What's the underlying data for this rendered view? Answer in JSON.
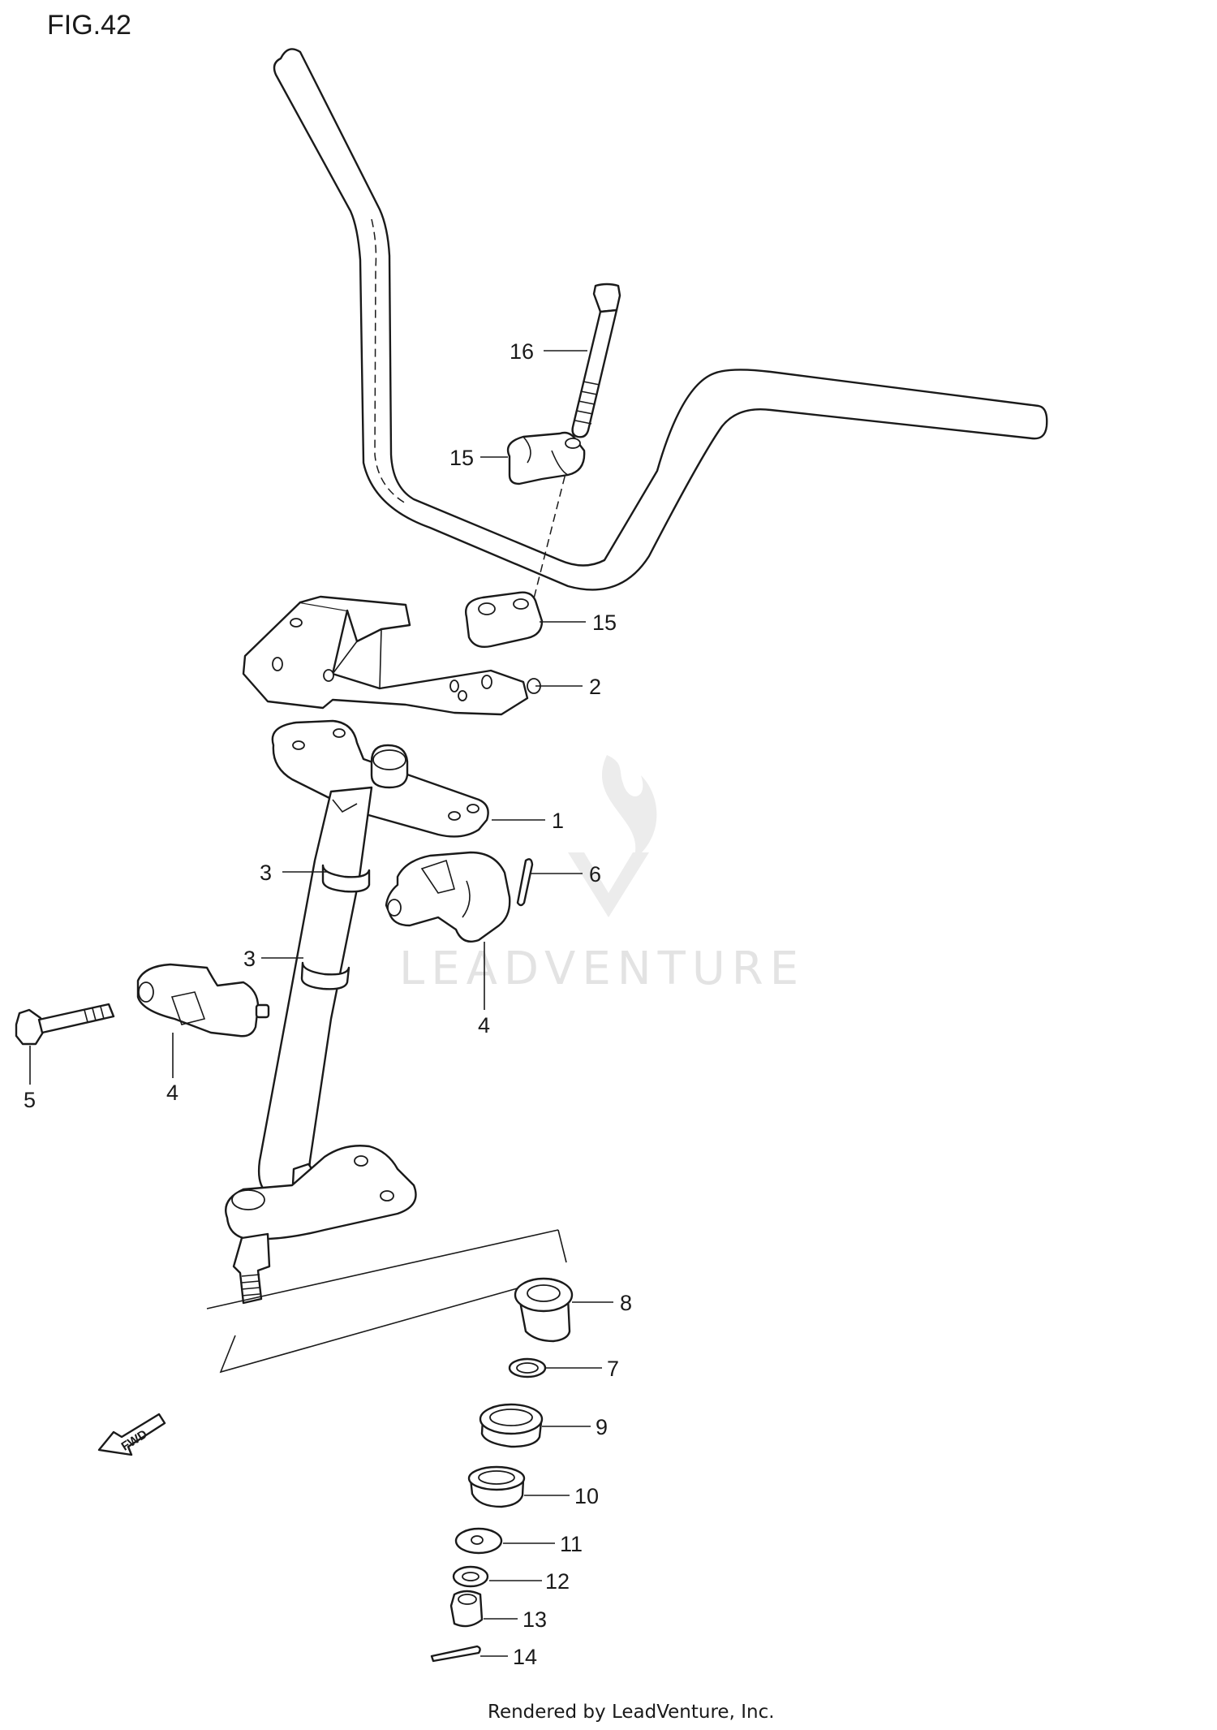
{
  "figure_title": "FIG.42",
  "footer": "Rendered by LeadVenture, Inc.",
  "watermark": "LEADVENTURE",
  "direction_arrow": "FWD",
  "callouts": [
    {
      "id": "c16",
      "label": "16"
    },
    {
      "id": "c15a",
      "label": "15"
    },
    {
      "id": "c15b",
      "label": "15"
    },
    {
      "id": "c2",
      "label": "2"
    },
    {
      "id": "c1",
      "label": "1"
    },
    {
      "id": "c6",
      "label": "6"
    },
    {
      "id": "c3a",
      "label": "3"
    },
    {
      "id": "c3b",
      "label": "3"
    },
    {
      "id": "c4a",
      "label": "4"
    },
    {
      "id": "c4b",
      "label": "4"
    },
    {
      "id": "c5",
      "label": "5"
    },
    {
      "id": "c8",
      "label": "8"
    },
    {
      "id": "c7",
      "label": "7"
    },
    {
      "id": "c9",
      "label": "9"
    },
    {
      "id": "c10",
      "label": "10"
    },
    {
      "id": "c11",
      "label": "11"
    },
    {
      "id": "c12",
      "label": "12"
    },
    {
      "id": "c13",
      "label": "13"
    },
    {
      "id": "c14",
      "label": "14"
    }
  ],
  "colors": {
    "ink": "#1a1a1a",
    "watermark": "#e3e3e3",
    "background": "#ffffff"
  }
}
